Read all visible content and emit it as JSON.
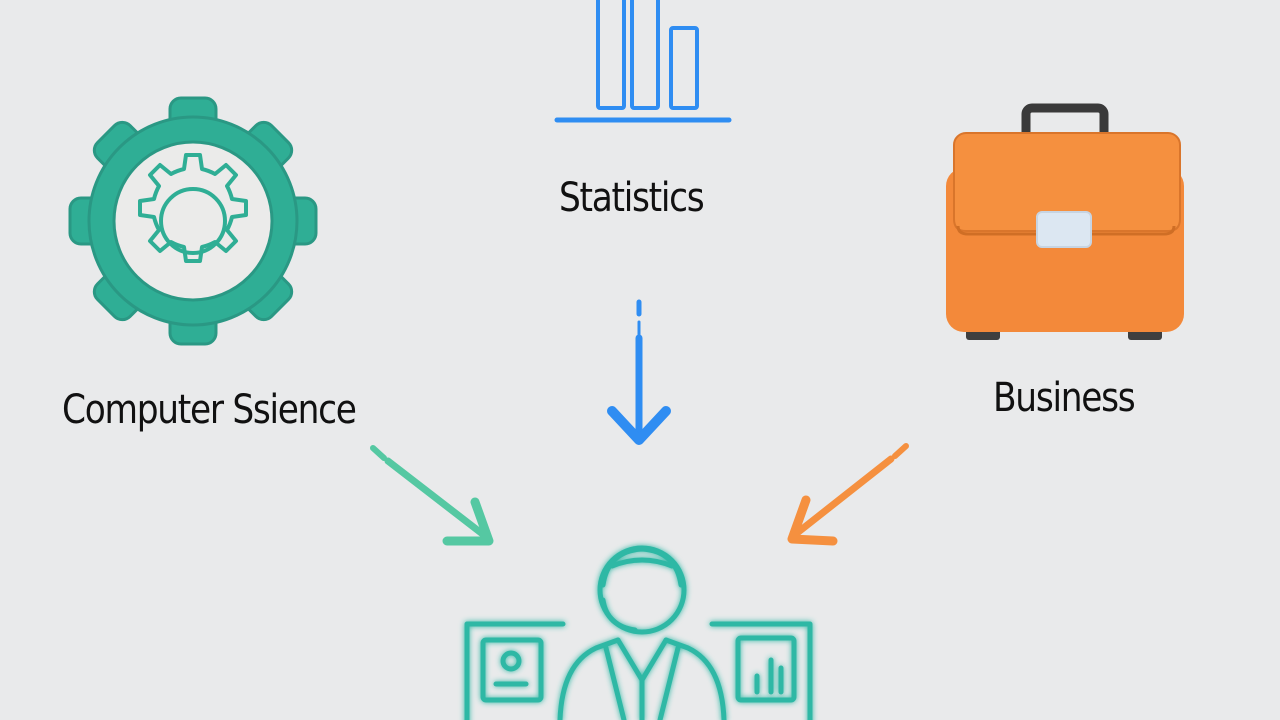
{
  "nodes": {
    "computer_science": {
      "label": "Computer Ssience",
      "icon": "gear-icon",
      "color": "#2fae95"
    },
    "statistics": {
      "label": "Statistics",
      "icon": "bar-chart-icon",
      "color": "#2f8df2"
    },
    "business": {
      "label": "Business",
      "icon": "briefcase-icon",
      "color": "#f5903f"
    },
    "target": {
      "icon": "data-scientist-icon",
      "color": "#2fb8a5"
    }
  },
  "arrows": [
    {
      "from": "computer_science",
      "to": "target",
      "color": "#55c8a2"
    },
    {
      "from": "statistics",
      "to": "target",
      "color": "#2f8df2"
    },
    {
      "from": "business",
      "to": "target",
      "color": "#f5903f"
    }
  ]
}
